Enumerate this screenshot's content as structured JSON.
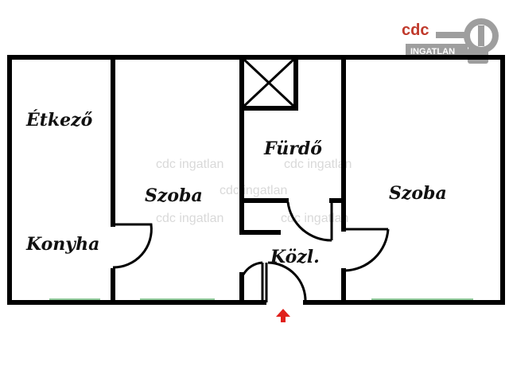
{
  "logo": {
    "brand": "cdc",
    "subtitle": "INGATLAN"
  },
  "rooms": {
    "dining": "Étkező",
    "kitchen": "Konyha",
    "room_left": "Szoba",
    "bathroom": "Fürdő",
    "hall": "Közl.",
    "room_right": "Szoba"
  },
  "watermarks": [
    "cdc ingatlan",
    "cdc ingatlan",
    "cdc ingatlan",
    "cdc ingatlan",
    "cdc ingatlan"
  ],
  "colors": {
    "wall": "#000000",
    "window": "#8fc99a",
    "door_arc": "#000000",
    "entrance_arrow": "#e0201b",
    "logo_red": "#c0392b",
    "logo_gray": "#9e9e9e"
  },
  "icons": {
    "entrance": "entrance-arrow-icon",
    "key": "key-icon",
    "shaft": "ventilation-shaft-icon"
  }
}
